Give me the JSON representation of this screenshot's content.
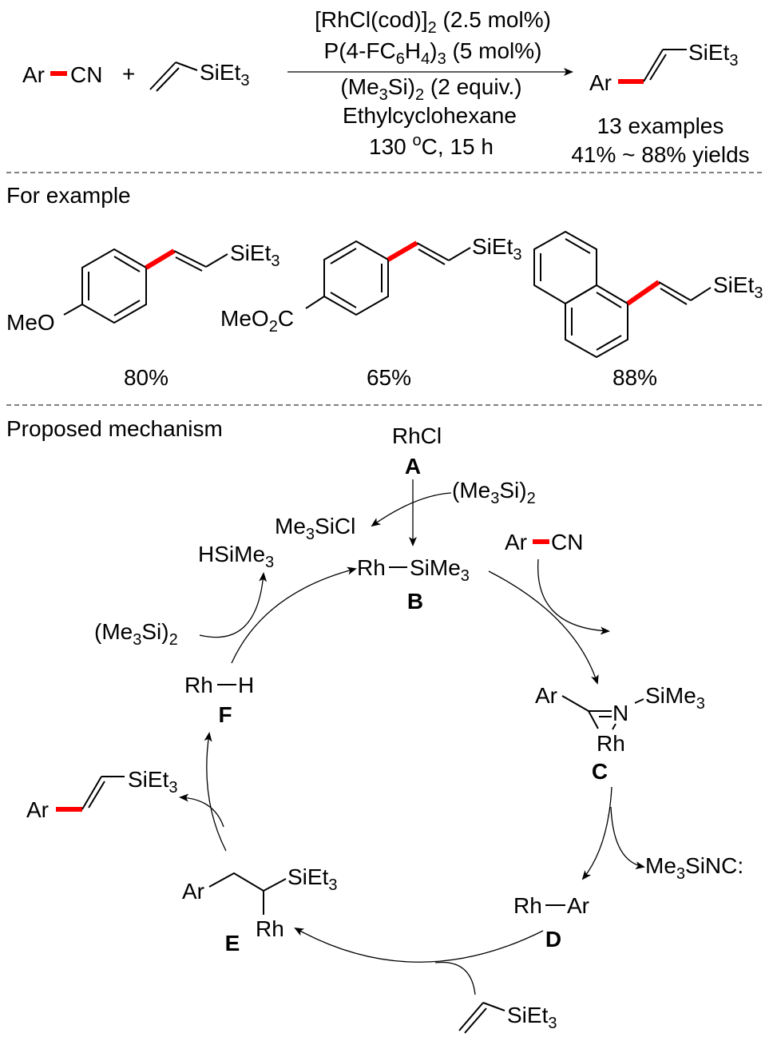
{
  "reaction": {
    "reactant1_ar": "Ar",
    "reactant1_cn": "CN",
    "plus": "+",
    "reactant2": "SiEt3",
    "conditions": [
      "[RhCl(cod)]2 (2.5 mol%)",
      "P(4-FC6H4)3 (5 mol%)",
      "(Me3Si)2 (2 equiv.)",
      "Ethylcyclohexane",
      "130 oC, 15 h"
    ],
    "product_ar": "Ar",
    "product_si": "SiEt3",
    "summary": [
      "13 examples",
      "41% ~ 88% yields"
    ]
  },
  "examples": {
    "heading": "For example",
    "items": [
      {
        "substituent": "MeO",
        "silyl": "SiEt3",
        "yield": "80%"
      },
      {
        "substituent": "MeO2C",
        "silyl": "SiEt3",
        "yield": "65%"
      },
      {
        "substituent": "",
        "silyl": "SiEt3",
        "yield": "88%"
      }
    ]
  },
  "mechanism": {
    "heading": "Proposed mechanism",
    "A": {
      "formula": "RhCl",
      "label": "A"
    },
    "reagent_top": "(Me3Si)2",
    "byproduct_top": "Me3SiCl",
    "B": {
      "rh": "Rh",
      "si": "SiMe3",
      "label": "B"
    },
    "substrate": {
      "ar": "Ar",
      "cn": "CN"
    },
    "C": {
      "ar": "Ar",
      "n": "N",
      "si": "SiMe3",
      "rh": "Rh",
      "label": "C"
    },
    "byproduct_c": "Me3SiNC:",
    "D": {
      "rh": "Rh",
      "ar": "Ar",
      "label": "D"
    },
    "alkene": "SiEt3",
    "E": {
      "ar": "Ar",
      "si": "SiEt3",
      "rh": "Rh",
      "label": "E"
    },
    "product": {
      "ar": "Ar",
      "si": "SiEt3"
    },
    "F": {
      "rh": "Rh",
      "h": "H",
      "label": "F"
    },
    "reagent_left": "(Me3Si)2",
    "byproduct_left": "HSiMe3"
  }
}
